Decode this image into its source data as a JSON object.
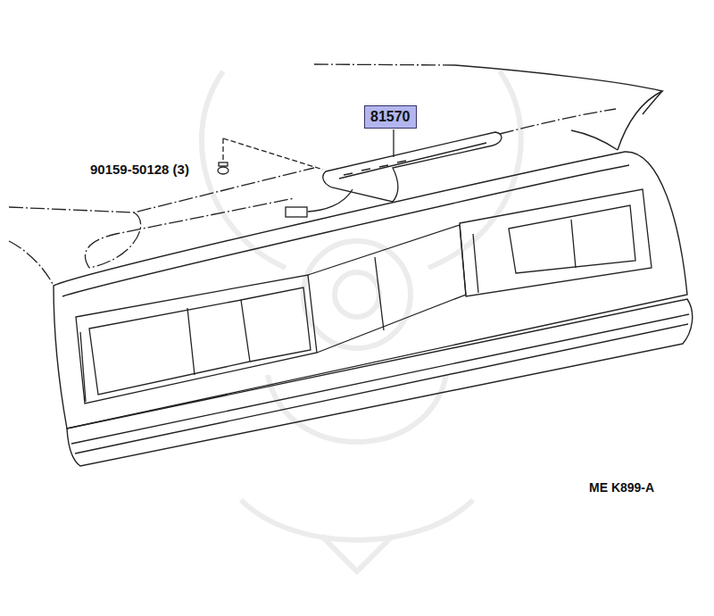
{
  "diagram": {
    "nodes": [
      {
        "text": [
          "81570"
        ]
      }
    ],
    "labels": [
      "90159-50128 (3)",
      "ME K899-A"
    ]
  }
}
